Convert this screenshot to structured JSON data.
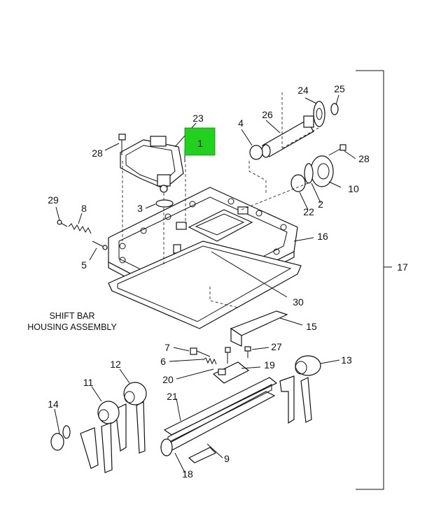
{
  "title_lines": [
    "SHIFT BAR",
    "HOUSING ASSEMBLY"
  ],
  "callouts": {
    "c1": "1",
    "c2": "2",
    "c3": "3",
    "c4": "4",
    "c5": "5",
    "c6": "6",
    "c7": "7",
    "c8": "8",
    "c9": "9",
    "c10": "10",
    "c11": "11",
    "c12": "12",
    "c13": "13",
    "c14": "14",
    "c15": "15",
    "c16": "16",
    "c17": "17",
    "c18": "18",
    "c19": "19",
    "c20": "20",
    "c21": "21",
    "c22": "22",
    "c23": "23",
    "c24": "24",
    "c25": "25",
    "c26": "26",
    "c27": "27",
    "c28a": "28",
    "c28b": "28",
    "c29": "29",
    "c30": "30"
  },
  "highlighted_callout": "1",
  "colors": {
    "highlight": "#22d01e",
    "line": "#111111",
    "background": "#ffffff"
  }
}
